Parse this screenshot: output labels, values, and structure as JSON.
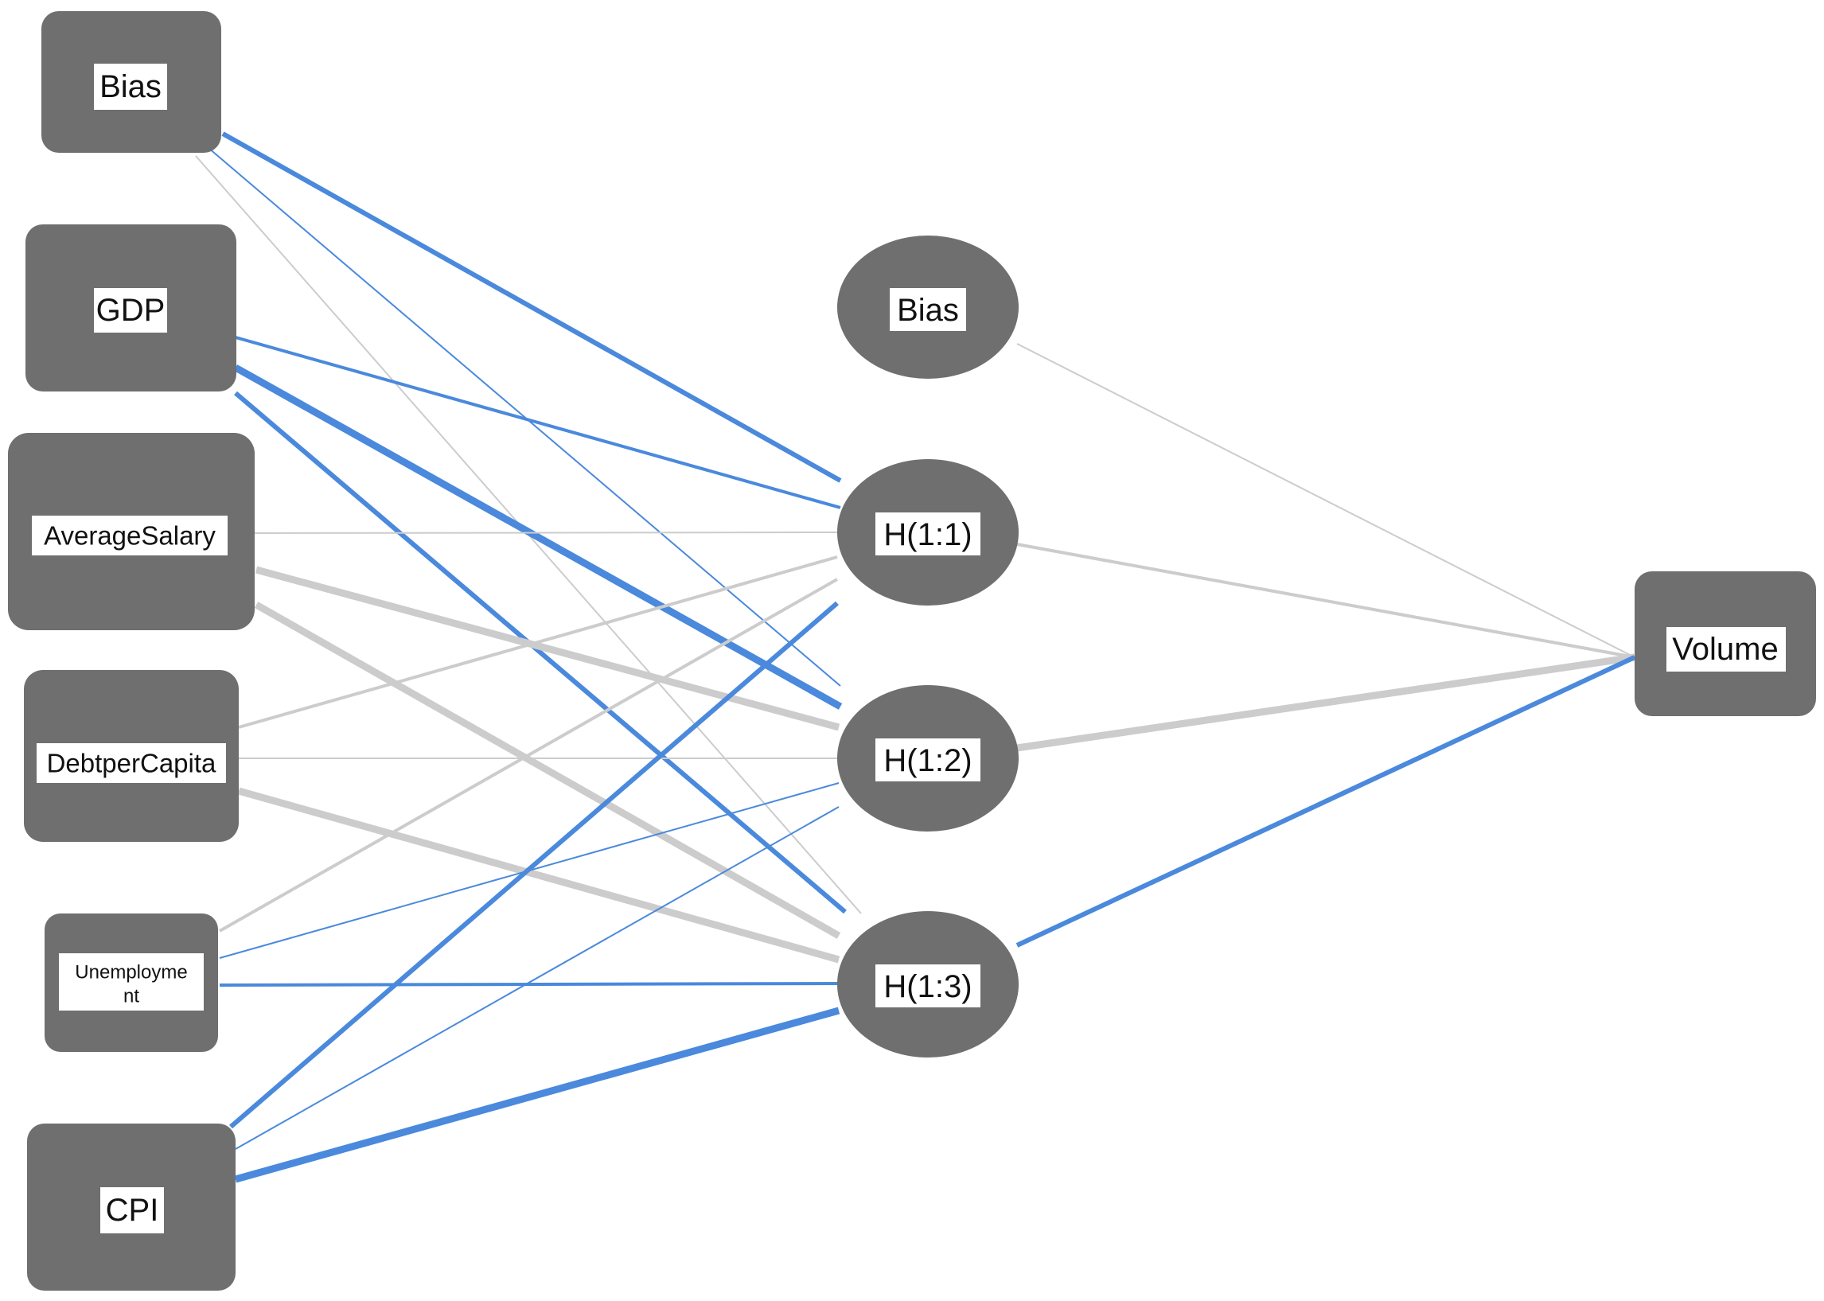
{
  "colors": {
    "node": "#6f6f6f",
    "positive_weight": "#4a89dc",
    "negative_weight": "#cccccc",
    "label_background": "#ffffff"
  },
  "nodes": {
    "in_bias": {
      "label": "Bias"
    },
    "in_gdp": {
      "label": "GDP"
    },
    "in_avg_salary": {
      "label": "AverageSalary"
    },
    "in_debt": {
      "label": "DebtperCapita"
    },
    "in_unemployment": {
      "label_line1": "Unemployme",
      "label_line2": "nt"
    },
    "in_cpi": {
      "label": "CPI"
    },
    "hid_bias": {
      "label": "Bias"
    },
    "h1": {
      "label": "H(1:1)"
    },
    "h2": {
      "label": "H(1:2)"
    },
    "h3": {
      "label": "H(1:3)"
    },
    "out_volume": {
      "label": "Volume"
    }
  },
  "edges": [
    {
      "from": "in_bias",
      "to": "h1",
      "sign": "positive",
      "weight_class": "medium"
    },
    {
      "from": "in_bias",
      "to": "h2",
      "sign": "positive",
      "weight_class": "thin"
    },
    {
      "from": "in_bias",
      "to": "h3",
      "sign": "negative",
      "weight_class": "thin"
    },
    {
      "from": "in_gdp",
      "to": "h1",
      "sign": "positive",
      "weight_class": "medium-thin"
    },
    {
      "from": "in_gdp",
      "to": "h2",
      "sign": "positive",
      "weight_class": "thick"
    },
    {
      "from": "in_gdp",
      "to": "h3",
      "sign": "positive",
      "weight_class": "medium"
    },
    {
      "from": "in_avg_salary",
      "to": "h1",
      "sign": "negative",
      "weight_class": "thin"
    },
    {
      "from": "in_avg_salary",
      "to": "h2",
      "sign": "negative",
      "weight_class": "thick"
    },
    {
      "from": "in_avg_salary",
      "to": "h3",
      "sign": "negative",
      "weight_class": "thick"
    },
    {
      "from": "in_debt",
      "to": "h1",
      "sign": "negative",
      "weight_class": "medium-thin"
    },
    {
      "from": "in_debt",
      "to": "h2",
      "sign": "negative",
      "weight_class": "thin"
    },
    {
      "from": "in_debt",
      "to": "h3",
      "sign": "negative",
      "weight_class": "thick"
    },
    {
      "from": "in_unemployment",
      "to": "h1",
      "sign": "negative",
      "weight_class": "medium-thin"
    },
    {
      "from": "in_unemployment",
      "to": "h2",
      "sign": "positive",
      "weight_class": "thin"
    },
    {
      "from": "in_unemployment",
      "to": "h3",
      "sign": "positive",
      "weight_class": "medium-thin"
    },
    {
      "from": "in_cpi",
      "to": "h1",
      "sign": "positive",
      "weight_class": "medium"
    },
    {
      "from": "in_cpi",
      "to": "h2",
      "sign": "positive",
      "weight_class": "thin"
    },
    {
      "from": "in_cpi",
      "to": "h3",
      "sign": "positive",
      "weight_class": "thick"
    },
    {
      "from": "hid_bias",
      "to": "out_volume",
      "sign": "negative",
      "weight_class": "thin"
    },
    {
      "from": "h1",
      "to": "out_volume",
      "sign": "negative",
      "weight_class": "medium-thin"
    },
    {
      "from": "h2",
      "to": "out_volume",
      "sign": "negative",
      "weight_class": "thick"
    },
    {
      "from": "h3",
      "to": "out_volume",
      "sign": "positive",
      "weight_class": "medium"
    }
  ]
}
